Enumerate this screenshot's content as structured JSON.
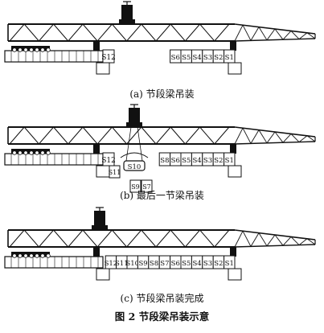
{
  "panels": [
    {
      "caption": "(a)  节段梁吊装",
      "stack": [
        "S6",
        "S5",
        "S4",
        "S3",
        "S2",
        "S1"
      ],
      "left_label": "S12",
      "hanging": [],
      "lifted": null
    },
    {
      "caption": "(b)  最后一节梁吊装",
      "stack": [
        "S8",
        "S6",
        "S5",
        "S4",
        "S3",
        "S2",
        "S1"
      ],
      "left_label": "S12",
      "hanging": [
        "S11",
        "S9",
        "S7"
      ],
      "lifted": "S10"
    },
    {
      "caption": "(c)  节段梁吊装完成",
      "stack": [
        "S12",
        "S11",
        "S10",
        "S9",
        "S8",
        "S7",
        "S6",
        "S5",
        "S4",
        "S3",
        "S2",
        "S1"
      ],
      "left_label": "",
      "hanging": [],
      "lifted": null
    }
  ],
  "figure_title": "图 2    节段梁吊装示意"
}
